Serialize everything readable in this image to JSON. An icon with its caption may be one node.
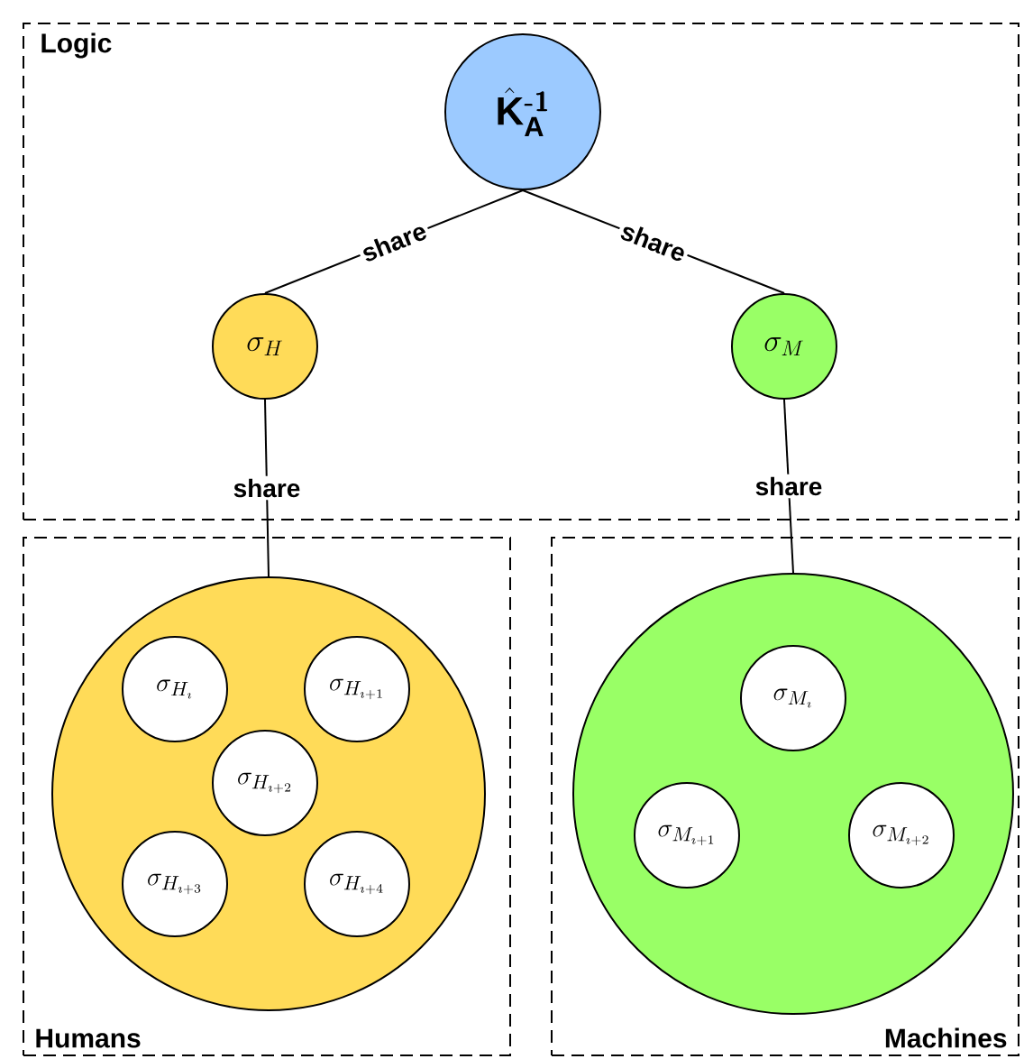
{
  "diagram": {
    "nodes": [
      {
        "text": [
          "Logic"
        ]
      },
      {
        "text": [
          "\\hat{\\mathbf{K}}_{\\mathbf{A}}^{\\textbf{-1}}"
        ],
        "in": 0
      },
      {
        "text": [
          "\\sigma_{H}"
        ],
        "in": 0
      },
      {
        "text": [
          "\\sigma_{M}"
        ],
        "in": 0
      },
      {
        "text": [
          "Humans"
        ]
      },
      {
        "text": [],
        "shape": "circle",
        "in": 4
      },
      {
        "text": [
          "\\sigma_{H_{\\imath}}"
        ],
        "in": 5
      },
      {
        "text": [
          "\\sigma_{H_{\\imath+1}}"
        ],
        "in": 5
      },
      {
        "text": [
          "\\sigma_{H_{\\imath+2}}"
        ],
        "in": 5
      },
      {
        "text": [
          "\\sigma_{H_{\\imath+3}}"
        ],
        "in": 5
      },
      {
        "text": [
          "\\sigma_{H_{\\imath+4}}"
        ],
        "in": 5
      },
      {
        "text": [
          "Machines"
        ]
      },
      {
        "text": [],
        "shape": "circle",
        "in": 11
      },
      {
        "text": [
          "\\sigma_{M_{\\imath}}"
        ],
        "in": 12
      },
      {
        "text": [
          "\\sigma_{M_{\\imath+1}}"
        ],
        "in": 12
      },
      {
        "text": [
          "\\sigma_{M_{\\imath+2}}"
        ],
        "in": 12
      }
    ],
    "edges": [
      {
        "from": 1,
        "to": 2,
        "arrow": "none",
        "label": "share"
      },
      {
        "from": 1,
        "to": 3,
        "arrow": "none",
        "label": "share"
      },
      {
        "from": 2,
        "to": 5,
        "arrow": "none",
        "label": "share"
      },
      {
        "from": 3,
        "to": 12,
        "arrow": "none",
        "label": "share"
      }
    ]
  }
}
